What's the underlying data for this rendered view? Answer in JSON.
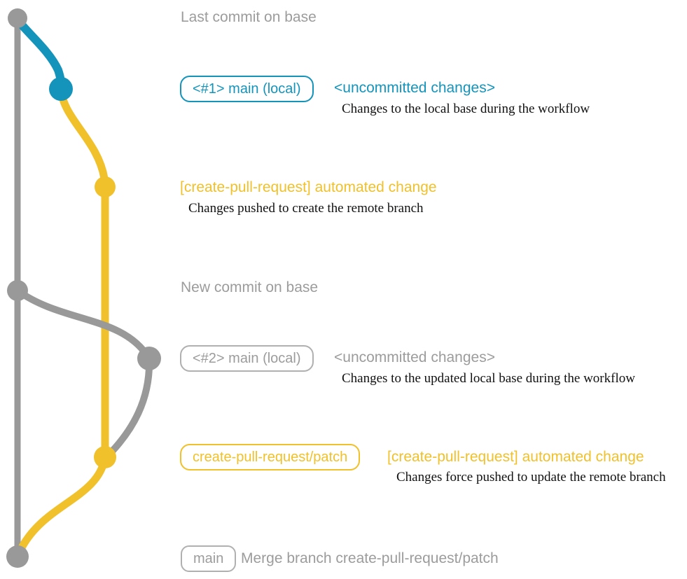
{
  "diagram": {
    "colors": {
      "blue": "#1594bb",
      "yellow": "#f0c12b",
      "graph_gray": "#999999",
      "text_gray": "#9c9c9c"
    },
    "headings": {
      "last_commit": "Last commit on base",
      "new_commit": "New commit on base"
    },
    "rows": {
      "local_main_1": {
        "badge": "<#1> main (local)",
        "title": "<uncommitted changes>",
        "note": "Changes to the local base during the workflow"
      },
      "patch_commit_1": {
        "title": "[create-pull-request] automated change",
        "note": "Changes pushed to create the remote branch"
      },
      "local_main_2": {
        "badge": "<#2> main (local)",
        "title": "<uncommitted changes>",
        "note": "Changes to the updated local base during the workflow"
      },
      "patch_commit_2": {
        "badge": "create-pull-request/patch",
        "title": "[create-pull-request] automated change",
        "note": "Changes force pushed to update the remote branch"
      },
      "merge_commit": {
        "badge": "main",
        "title": "Merge branch create-pull-request/patch"
      }
    }
  }
}
